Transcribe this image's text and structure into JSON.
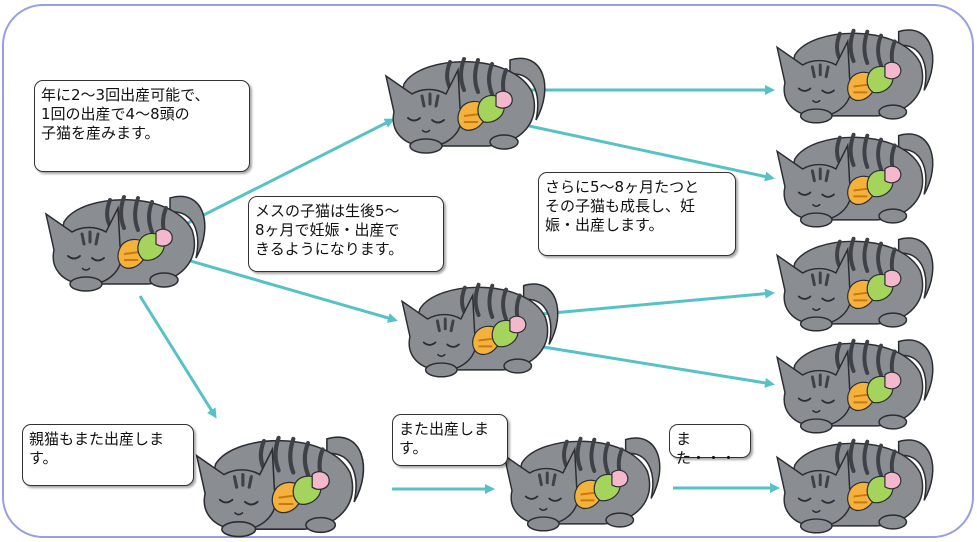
{
  "colors": {
    "frame": "#9a9fe0",
    "arrow": "#56c2c6",
    "cat_body": "#8a8e93",
    "cat_stripe": "#3e4147",
    "cat_outline": "#2b2d31",
    "kitten_orange": "#f4b13c",
    "kitten_green": "#a4d45c",
    "kitten_pink": "#f3b8cc"
  },
  "notes": {
    "litter": "年に2〜3回出産可能で、\n1回の出産で4〜8頭の\n子猫を産みます。",
    "kitten_maturity": "メスの子猫は生後5〜\n8ヶ月で妊娠・出産で\nきるようになります。",
    "further_growth": "さらに5〜8ヶ月たつと\nその子猫も成長し、妊\n娠・出産します。",
    "parent_again": "親猫もまた出産しま\nす。",
    "birth_again": "また出産しま\nす。",
    "and_again": "また・・・"
  },
  "icons": {
    "cat": "nursing-mother-cat-icon",
    "arrow": "arrow-icon"
  }
}
